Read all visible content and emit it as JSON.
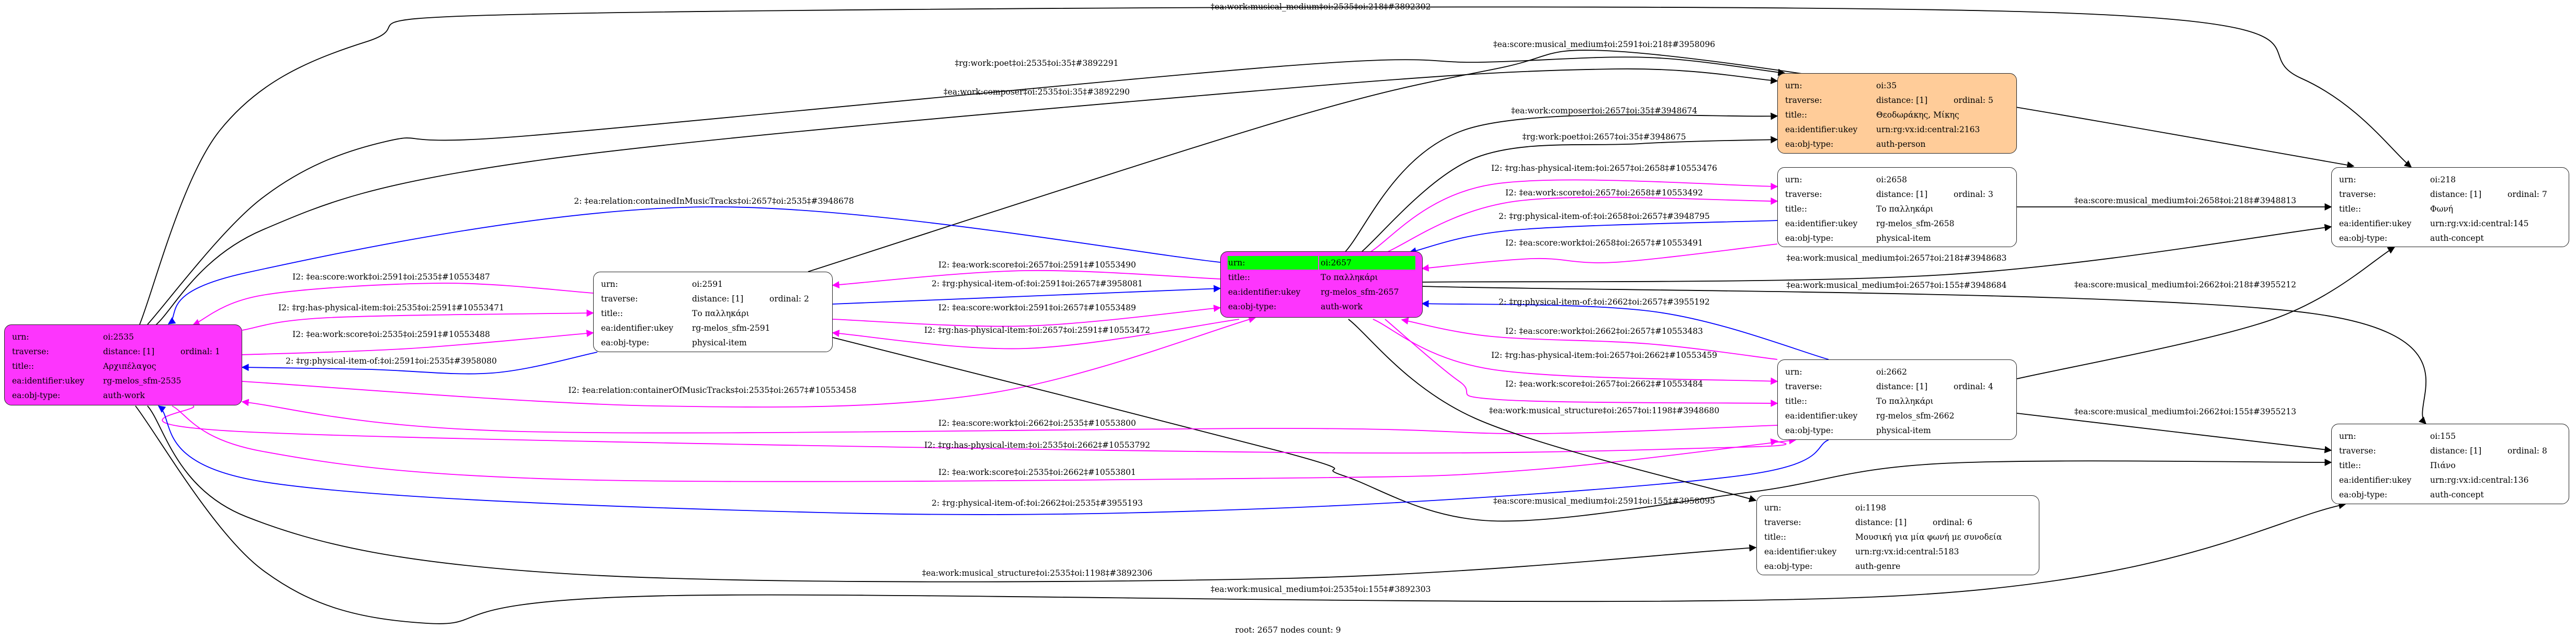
{
  "field_labels": {
    "urn": "urn:",
    "traverse": "traverse:",
    "title": "title::",
    "ukey": "ea:identifier:ukey",
    "objtype": "ea:obj-type:"
  },
  "colors": {
    "work": "#fd35fd",
    "person": "#ffcc99",
    "root_highlight": "#00ff00",
    "plain": "#ffffff",
    "edge_black": "#000000",
    "edge_magenta": "#ff00ff",
    "edge_blue": "#0000ff"
  },
  "nodes": {
    "n2535": {
      "urn": "oi:2535",
      "distance": "distance: [1]",
      "ordinal": "ordinal: 1",
      "title": "Αρχιπέλαγος",
      "ukey": "rg-melos_sfm-2535",
      "objtype": "auth-work"
    },
    "n2591": {
      "urn": "oi:2591",
      "distance": "distance: [1]",
      "ordinal": "ordinal: 2",
      "title": "Το παλληκάρι",
      "ukey": "rg-melos_sfm-2591",
      "objtype": "physical-item"
    },
    "n2657": {
      "urn": "oi:2657",
      "title": "Το παλληκάρι",
      "ukey": "rg-melos_sfm-2657",
      "objtype": "auth-work"
    },
    "n35": {
      "urn": "oi:35",
      "distance": "distance: [1]",
      "ordinal": "ordinal: 5",
      "title": "Θεοδωράκης, Μίκης",
      "ukey": "urn:rg:vx:id:central:2163",
      "objtype": "auth-person"
    },
    "n2658": {
      "urn": "oi:2658",
      "distance": "distance: [1]",
      "ordinal": "ordinal: 3",
      "title": "Το παλληκάρι",
      "ukey": "rg-melos_sfm-2658",
      "objtype": "physical-item"
    },
    "n2662": {
      "urn": "oi:2662",
      "distance": "distance: [1]",
      "ordinal": "ordinal: 4",
      "title": "Το παλληκάρι",
      "ukey": "rg-melos_sfm-2662",
      "objtype": "physical-item"
    },
    "n1198": {
      "urn": "oi:1198",
      "distance": "distance: [1]",
      "ordinal": "ordinal: 6",
      "title": "Μουσική για μία φωνή με συνοδεία",
      "ukey": "urn:rg:vx:id:central:5183",
      "objtype": "auth-genre"
    },
    "n218": {
      "urn": "oi:218",
      "distance": "distance: [1]",
      "ordinal": "ordinal: 7",
      "title": "Φωνή",
      "ukey": "urn:rg:vx:id:central:145",
      "objtype": "auth-concept"
    },
    "n155": {
      "urn": "oi:155",
      "distance": "distance: [1]",
      "ordinal": "ordinal: 8",
      "title": "Πιάνο",
      "ukey": "urn:rg:vx:id:central:136",
      "objtype": "auth-concept"
    }
  },
  "edges": [
    {
      "label": "‡ea:work:musical_medium‡oi:2535‡oi:218‡#3892302",
      "color": "#000000"
    },
    {
      "label": "‡rg:work:poet‡oi:2535‡oi:35‡#3892291",
      "color": "#000000"
    },
    {
      "label": "‡ea:work:composer‡oi:2535‡oi:35‡#3892290",
      "color": "#000000"
    },
    {
      "label": "‡ea:score:musical_medium‡oi:2591‡oi:218‡#3958096",
      "color": "#000000"
    },
    {
      "label": "2: ‡ea:relation:containedInMusicTracks‡oi:2657‡oi:2535‡#3948678",
      "color": "#0000ff"
    },
    {
      "label": "I2: ‡ea:score:work‡oi:2591‡oi:2535‡#10553487",
      "color": "#ff00ff"
    },
    {
      "label": "I2: ‡rg:has-physical-item:‡oi:2535‡oi:2591‡#10553471",
      "color": "#ff00ff"
    },
    {
      "label": "I2: ‡ea:work:score‡oi:2535‡oi:2591‡#10553488",
      "color": "#ff00ff"
    },
    {
      "label": "2: ‡rg:physical-item-of:‡oi:2591‡oi:2535‡#3958080",
      "color": "#0000ff"
    },
    {
      "label": "I2: ‡ea:relation:containerOfMusicTracks‡oi:2535‡oi:2657‡#10553458",
      "color": "#ff00ff"
    },
    {
      "label": "I2: ‡ea:work:score‡oi:2657‡oi:2591‡#10553490",
      "color": "#ff00ff"
    },
    {
      "label": "2: ‡rg:physical-item-of:‡oi:2591‡oi:2657‡#3958081",
      "color": "#0000ff"
    },
    {
      "label": "I2: ‡ea:score:work‡oi:2591‡oi:2657‡#10553489",
      "color": "#ff00ff"
    },
    {
      "label": "I2: ‡rg:has-physical-item:‡oi:2657‡oi:2591‡#10553472",
      "color": "#ff00ff"
    },
    {
      "label": "‡ea:score:musical_medium‡oi:2591‡oi:155‡#3958095",
      "color": "#000000"
    },
    {
      "label": "I2: ‡ea:score:work‡oi:2662‡oi:2535‡#10553800",
      "color": "#ff00ff"
    },
    {
      "label": "I2: ‡rg:has-physical-item:‡oi:2535‡oi:2662‡#10553792",
      "color": "#ff00ff"
    },
    {
      "label": "I2: ‡ea:work:score‡oi:2535‡oi:2662‡#10553801",
      "color": "#ff00ff"
    },
    {
      "label": "2: ‡rg:physical-item-of:‡oi:2662‡oi:2535‡#3955193",
      "color": "#0000ff"
    },
    {
      "label": "‡ea:work:musical_structure‡oi:2535‡oi:1198‡#3892306",
      "color": "#000000"
    },
    {
      "label": "‡ea:work:musical_medium‡oi:2535‡oi:155‡#3892303",
      "color": "#000000"
    },
    {
      "label": "‡ea:work:composer‡oi:2657‡oi:35‡#3948674",
      "color": "#000000"
    },
    {
      "label": "‡rg:work:poet‡oi:2657‡oi:35‡#3948675",
      "color": "#000000"
    },
    {
      "label": "I2: ‡rg:has-physical-item:‡oi:2657‡oi:2658‡#10553476",
      "color": "#ff00ff"
    },
    {
      "label": "I2: ‡ea:work:score‡oi:2657‡oi:2658‡#10553492",
      "color": "#ff00ff"
    },
    {
      "label": "2: ‡rg:physical-item-of:‡oi:2658‡oi:2657‡#3948795",
      "color": "#0000ff"
    },
    {
      "label": "I2: ‡ea:score:work‡oi:2658‡oi:2657‡#10553491",
      "color": "#ff00ff"
    },
    {
      "label": "‡ea:work:musical_medium‡oi:2657‡oi:218‡#3948683",
      "color": "#000000"
    },
    {
      "label": "‡ea:work:musical_medium‡oi:2657‡oi:155‡#3948684",
      "color": "#000000"
    },
    {
      "label": "‡ea:score:musical_medium‡oi:2662‡oi:218‡#3955212",
      "color": "#000000"
    },
    {
      "label": "2: ‡rg:physical-item-of:‡oi:2662‡oi:2657‡#3955192",
      "color": "#0000ff"
    },
    {
      "label": "I2: ‡ea:score:work‡oi:2662‡oi:2657‡#10553483",
      "color": "#ff00ff"
    },
    {
      "label": "I2: ‡rg:has-physical-item:‡oi:2657‡oi:2662‡#10553459",
      "color": "#ff00ff"
    },
    {
      "label": "I2: ‡ea:work:score‡oi:2657‡oi:2662‡#10553484",
      "color": "#ff00ff"
    },
    {
      "label": "‡ea:work:musical_structure‡oi:2657‡oi:1198‡#3948680",
      "color": "#000000"
    },
    {
      "label": "‡ea:score:musical_medium‡oi:2658‡oi:218‡#3948813",
      "color": "#000000"
    },
    {
      "label": "‡ea:score:musical_medium‡oi:2662‡oi:155‡#3955213",
      "color": "#000000"
    }
  ],
  "footer": "root: 2657 nodes count: 9"
}
